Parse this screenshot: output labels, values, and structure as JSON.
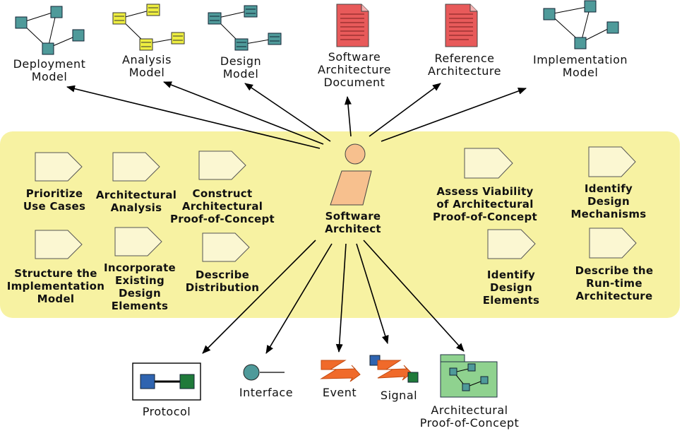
{
  "role": {
    "label": "Software\nArchitect"
  },
  "artifacts_top": [
    {
      "label": "Deployment\nModel"
    },
    {
      "label": "Analysis\nModel"
    },
    {
      "label": "Design\nModel"
    },
    {
      "label": "Software\nArchitecture\nDocument"
    },
    {
      "label": "Reference\nArchitecture"
    },
    {
      "label": "Implementation\nModel"
    }
  ],
  "activities": [
    {
      "label": "Prioritize\nUse Cases"
    },
    {
      "label": "Architectural\nAnalysis"
    },
    {
      "label": "Construct\nArchitectural\nProof-of-Concept"
    },
    {
      "label": "Structure the\nImplementation\nModel"
    },
    {
      "label": "Incorporate\nExisting\nDesign\nElements"
    },
    {
      "label": "Describe\nDistribution"
    },
    {
      "label": "Assess Viability\nof Architectural\nProof-of-Concept"
    },
    {
      "label": "Identify\nDesign\nMechanisms"
    },
    {
      "label": "Identify\nDesign\nElements"
    },
    {
      "label": "Describe the\nRun-time\nArchitecture"
    }
  ],
  "artifacts_bottom": [
    {
      "label": "Protocol"
    },
    {
      "label": "Interface"
    },
    {
      "label": "Event"
    },
    {
      "label": "Signal"
    },
    {
      "label": "Architectural\nProof-of-Concept"
    }
  ],
  "colors": {
    "band": "#f7f2a2",
    "activity_fill": "#fbf7d2",
    "actor_fill": "#f7c08e",
    "document_red": "#e85a5a",
    "model_teal": "#4f9a9a",
    "analysis_yellow": "#eeee40",
    "folder_green": "#8fd28f",
    "event_orange": "#f06a2a"
  }
}
